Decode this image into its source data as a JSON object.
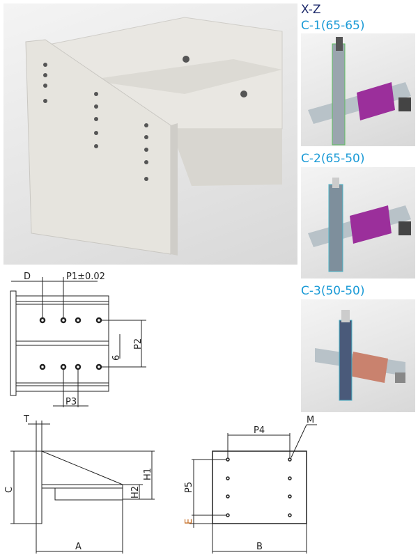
{
  "series_title": "X-Z",
  "configurations": [
    {
      "label": "C-1(65-65)"
    },
    {
      "label": "C-2(65-50)"
    },
    {
      "label": "C-3(50-50)"
    }
  ],
  "top_view": {
    "D": "D",
    "P1": "P1±0.02",
    "P2": "P2",
    "six": "6",
    "P3": "P3"
  },
  "side_view": {
    "T": "T",
    "C": "C",
    "H1": "H1",
    "H2": "H2",
    "A": "A"
  },
  "back_view": {
    "P4": "P4",
    "M": "M",
    "P5": "P5",
    "E": "E",
    "B": "B"
  }
}
